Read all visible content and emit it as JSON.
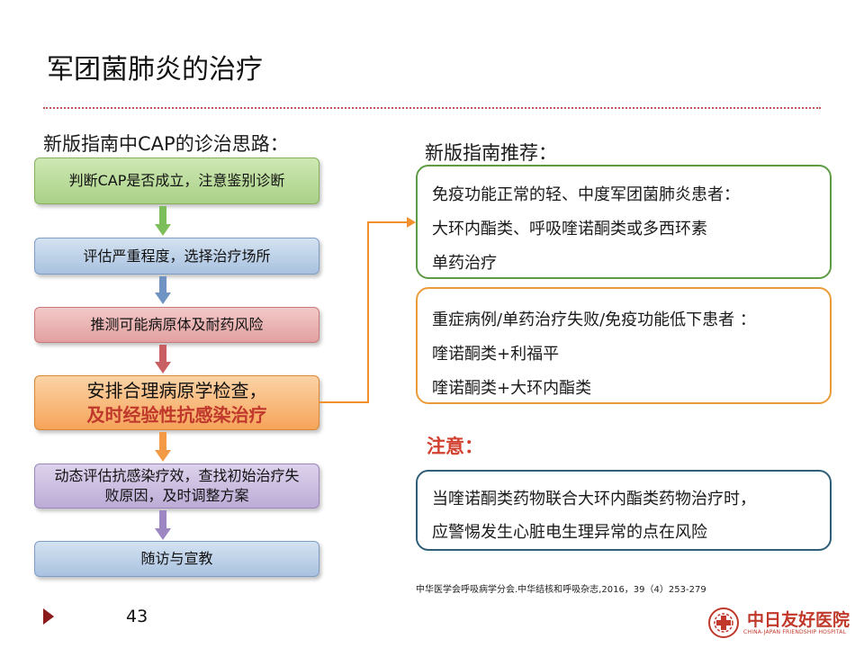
{
  "slide": {
    "title": "军团菌肺炎的治疗",
    "page_number": "43"
  },
  "flow": {
    "heading": "新版指南中CAP的诊治思路：",
    "steps": [
      {
        "text": "判断CAP是否成立，注意鉴别诊断",
        "color": "#a9d187"
      },
      {
        "text": "评估严重程度，选择治疗场所",
        "color": "#a9c2e0"
      },
      {
        "text": "推测可能病原体及耐药风险",
        "color": "#e2a0a0"
      },
      {
        "line1": "安排合理病原学检查，",
        "line2": "及时经验性抗感染治疗",
        "color": "#f6a45a"
      },
      {
        "text": "动态评估抗感染疗效，查找初始治疗失败原因，及时调整方案",
        "color": "#bcacd6"
      },
      {
        "text": "随访与宣教",
        "color": "#a9c2e0"
      }
    ],
    "arrow_colors": [
      "#7cbf5a",
      "#6f93c2",
      "#c85f63",
      "#f29a46",
      "#9c87c2"
    ]
  },
  "recommend": {
    "heading": "新版指南推荐：",
    "mild": {
      "lines": [
        "免疫功能正常的轻、中度军团菌肺炎患者：",
        "大环内酯类、呼吸喹诺酮类或多西环素",
        "单药治疗"
      ]
    },
    "severe": {
      "lines": [
        "重症病例/单药治疗失败/免疫功能低下患者 ：",
        "喹诺酮类+利福平",
        "喹诺酮类+大环内酯类"
      ]
    }
  },
  "note": {
    "heading": "注意：",
    "lines": [
      "当喹诺酮类药物联合大环内酯类药物治疗时，",
      "应警惕发生心脏电生理异常的点在风险"
    ]
  },
  "citation": "中华医学会呼吸病学分会.中华结核和呼吸杂志,2016，39（4）253-279",
  "logo": {
    "name": "中日友好医院",
    "subtitle": "CHINA-JAPAN FRIENDSHIP HOSPITAL"
  },
  "colors": {
    "accent_red": "#c0382b",
    "connector_orange": "#f0902e"
  }
}
